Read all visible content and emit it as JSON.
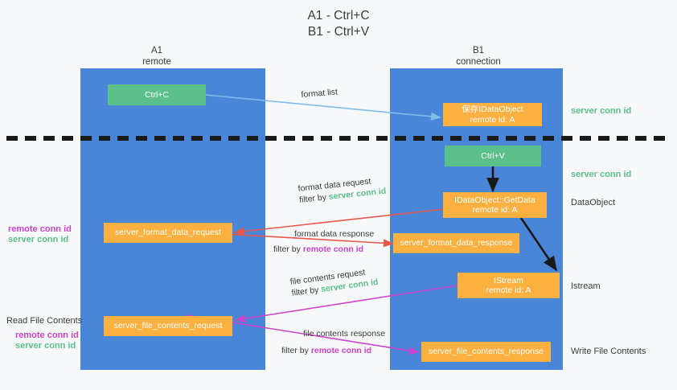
{
  "title": {
    "line1": "A1 - Ctrl+C",
    "line2": "B1 - Ctrl+V"
  },
  "lanes": [
    {
      "name": "A1",
      "sub": "remote"
    },
    {
      "name": "B1",
      "sub": "connection"
    }
  ],
  "boxes": {
    "ctrl_c": "Ctrl+C",
    "ctrl_v": "Ctrl+V",
    "save_dataobject_l1": "保存IDataObject",
    "save_dataobject_l2": "remote id: A",
    "getdata_l1": "IDataObject::GetData",
    "getdata_l2": "remote id: A",
    "istream_l1": "IStream",
    "istream_l2": "remote id: A",
    "server_format_data_request": "server_format_data_request",
    "server_format_data_response": "server_format_data_response",
    "server_file_contents_request": "server_file_contents_request",
    "server_file_contents_response": "server_file_contents_response"
  },
  "arrow_labels": {
    "format_list": "format list",
    "format_data_request": "format data request",
    "format_data_request_filter_prefix": "filter by ",
    "format_data_request_filter_value": "server conn id",
    "format_data_response": "format data response",
    "format_data_response_filter_prefix": "filter by ",
    "format_data_response_filter_value": "remote conn id",
    "file_contents_request": "file contents request",
    "file_contents_request_filter_prefix": "filter by ",
    "file_contents_request_filter_value": "server conn id",
    "file_contents_response": "file contents response",
    "file_contents_response_filter_prefix": "filter by ",
    "file_contents_response_filter_value": "remote conn id"
  },
  "annotations": {
    "right_server_conn_id_top": "server conn id",
    "right_server_conn_id_mid": "server conn id",
    "right_dataobject": "DataObject",
    "right_istream": "Istream",
    "right_write_file_contents": "Write File Contents",
    "left_remote_conn_id_1": "remote conn id",
    "left_server_conn_id_1": "server conn id",
    "left_read_file_contents": "Read File Contents",
    "left_remote_conn_id_2": "remote conn id",
    "left_server_conn_id_2": "server conn id"
  },
  "colors": {
    "lane": "#4a86d8",
    "green_box": "#5cc08a",
    "orange_box": "#fcb040",
    "red_arrow": "#e8574a",
    "magenta_arrow": "#cc44cc",
    "blue_arrow": "#7fbde8",
    "black_arrow": "#1a1a1a",
    "background": "#f7f8f9"
  }
}
